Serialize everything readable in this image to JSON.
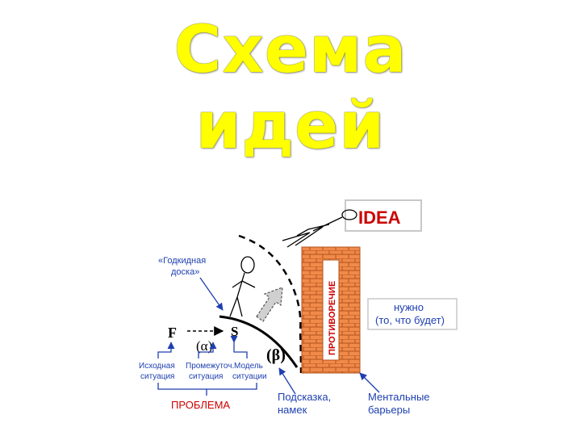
{
  "title": {
    "line1": "Схема",
    "line2": "идей"
  },
  "diagram": {
    "idea_box": "IDEA",
    "springboard": "«Годкидная\nдоска»",
    "F": "F",
    "S": "S",
    "alpha": "(α)",
    "beta": "(β)",
    "wall_text": "ПРОТИВОРЕЧИЕ",
    "needed": "нужно\n(то, что будет)",
    "initial": "Исходная\nситуация",
    "intermediate": "Промежуточ.\nситуация",
    "model": "Модель\nситуации",
    "problem": "ПРОБЛЕМА",
    "hint": "Подсказка,\nнамек",
    "barriers": "Ментальные\nбарьеры"
  },
  "colors": {
    "title": "#ffff00",
    "blue": "#1e3fb0",
    "red": "#cc0000",
    "brick": "#f08a4a",
    "brick_dark": "#b2531c"
  }
}
